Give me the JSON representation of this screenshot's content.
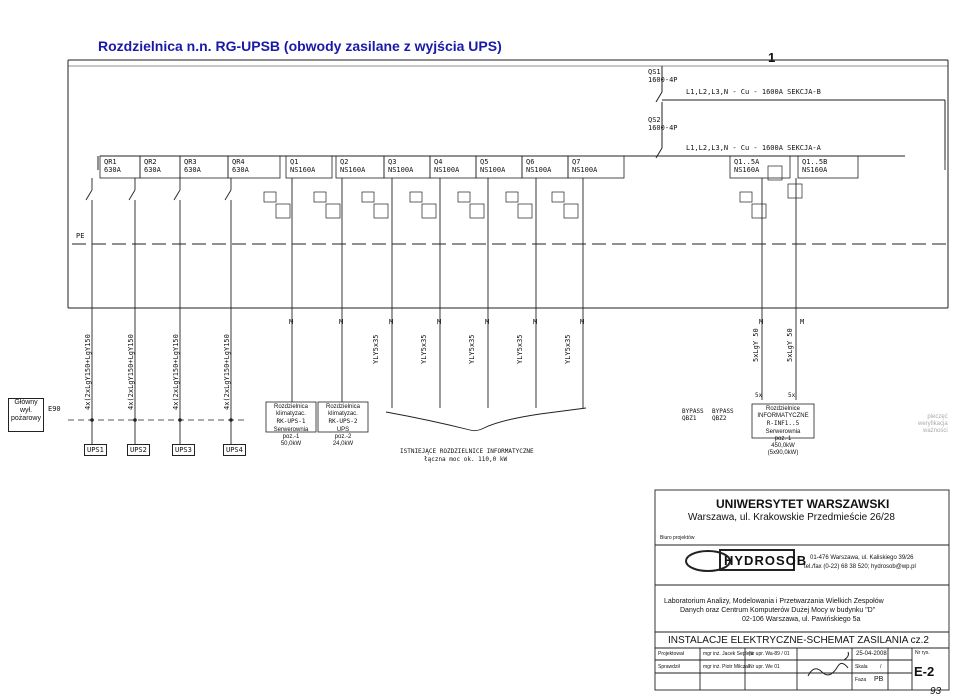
{
  "title": "Rozdzielnica n.n. RG-UPSB (obwody zasilane z wyjścia UPS)",
  "page_number": "1",
  "feeders_top": {
    "qs1_name": "QS1",
    "qs1_rating": "1600-4P",
    "bus_b": "L1,L2,L3,N - Cu - 1600A SEKCJA-B",
    "qs2_name": "QS2",
    "qs2_rating": "1600-4P",
    "bus_a": "L1,L2,L3,N - Cu - 1600A SEKCJA-A"
  },
  "breakers": [
    {
      "name": "QR1",
      "rating": "630A"
    },
    {
      "name": "QR2",
      "rating": "630A"
    },
    {
      "name": "QR3",
      "rating": "630A"
    },
    {
      "name": "QR4",
      "rating": "630A"
    },
    {
      "name": "Q1",
      "rating": "NS160A"
    },
    {
      "name": "Q2",
      "rating": "NS160A"
    },
    {
      "name": "Q3",
      "rating": "NS100A"
    },
    {
      "name": "Q4",
      "rating": "NS100A"
    },
    {
      "name": "Q5",
      "rating": "NS100A"
    },
    {
      "name": "Q6",
      "rating": "NS100A"
    },
    {
      "name": "Q7",
      "rating": "NS100A"
    },
    {
      "name": "Q1..5A",
      "rating": "NS160A"
    },
    {
      "name": "Q1..5B",
      "rating": "NS160A"
    }
  ],
  "pe_label": "PE",
  "meter_label": "M",
  "cables": [
    "4x(2xLgY150+LgY150",
    "4x(2xLgY150+LgY150",
    "4x(2xLgY150+LgY150",
    "4x(2xLgY150+LgY150",
    "YLY5x35",
    "YLY5x35",
    "YLY5x35",
    "YLY5x35",
    "YLY5x35",
    "5xLgY 50",
    "5xLgY 50"
  ],
  "main_switch": {
    "line1": "Główny",
    "line2": "wył.",
    "line3": "pożarowy",
    "code": "E90"
  },
  "ups_boxes": [
    "UPS1",
    "UPS2",
    "UPS3",
    "UPS4"
  ],
  "loads": {
    "rk1": {
      "l1": "Rozdzielnica",
      "l2": "klimatyzac.",
      "l3": "RK-UPS-1",
      "l4": "Serwerownia",
      "l5": "poz.-1",
      "l6": "50,0kW"
    },
    "rk2": {
      "l1": "Rozdzielnica",
      "l2": "klimatyzac.",
      "l3": "RK-UPS-2",
      "l4": "UPS",
      "l5": "poz.-2",
      "l6": "24,0kW"
    },
    "existing": {
      "l1": "ISTNIEJĄCE ROZDZIELNICE INFORMATYCZNE",
      "l2": "łączna moc ok. 110,0 kW"
    },
    "bypass": {
      "l1": "BYPASS",
      "l2": "QBZ1",
      "l3": "BYPASS",
      "l4": "QBZ2"
    },
    "rinf": {
      "mult1": "5x",
      "mult2": "5x",
      "l1": "Rozdzielnice",
      "l2": "INFORMATYCZNE",
      "l3": "R-INF1..5",
      "l4": "Serwerownia",
      "l5": "poz.-1",
      "l6": "450,0kW",
      "l7": "(5x90,0kW)"
    }
  },
  "title_block": {
    "org1": "UNIWERSYTET WARSZAWSKI",
    "org2": "Warszawa, ul. Krakowskie Przedmieście 26/28",
    "biuro": "Biuro projektów",
    "logo": "HYDROSOB",
    "addr1": "01-476 Warszawa, ul. Kaliskiego 39/26",
    "addr2": "tel./fax (0-22) 68 38 520; hydrosob@wp.pl",
    "desc1": "Laboratorium Analizy, Modelowania i Przetwarzania Wielkich Zespołów",
    "desc2": "Danych oraz Centrum Komputerów Dużej Mocy w budynku \"D\"",
    "desc3": "02-106 Warszawa, ul. Pawińskiego 5a",
    "drawing": "INSTALACJE ELEKTRYCZNE-SCHEMAT ZASILANIA cz.2",
    "projektowal_label": "Projektował",
    "projektowal_name": "mgr inż. Jacek Sepleja",
    "projektowal_upr": "Nr upr. Wa-89 / 01",
    "sprawdzil_label": "Sprawdził",
    "sprawdzil_name": "mgr inż. Piotr Milczak",
    "sprawdzil_upr": "Nr upr. We",
    "sprawdzil_upr2": "01",
    "date": "25-04-2008",
    "skala_label": "Skala",
    "skala_value": "/",
    "faza_label": "Faza",
    "faza_value": "PB",
    "nrrys_label": "Nr rys.",
    "nrrys_value": "E-2",
    "sheet": "93"
  },
  "faded_stamp": {
    "l1": "pieczęć",
    "l2": "weryfikacja",
    "l3": "ważności"
  }
}
